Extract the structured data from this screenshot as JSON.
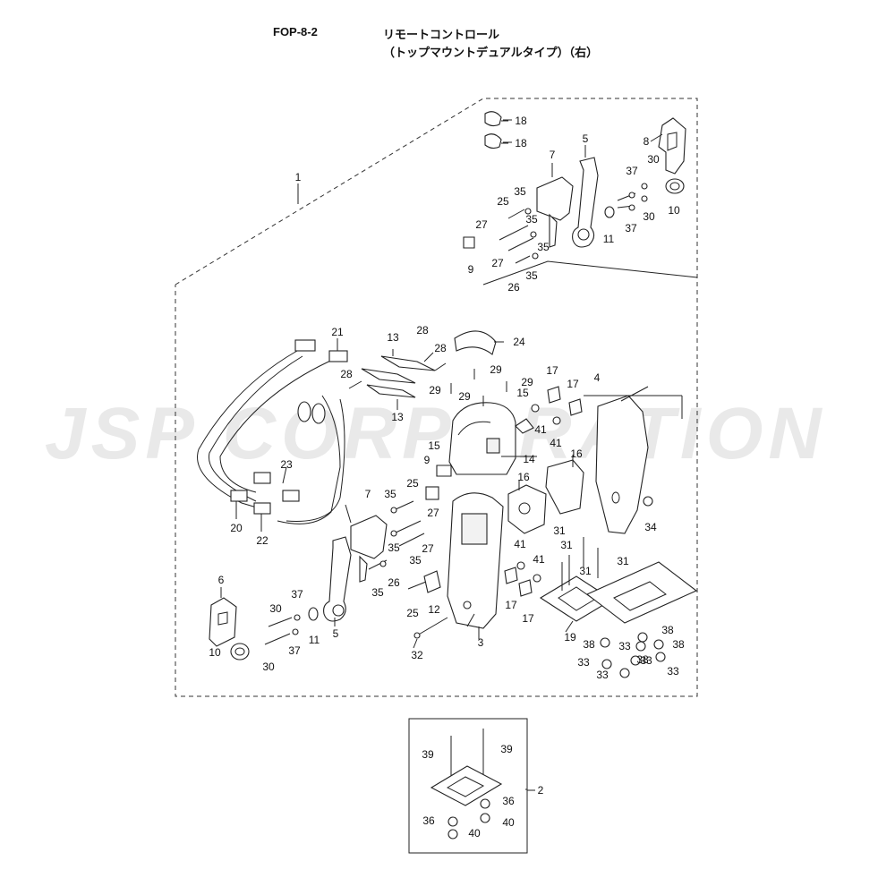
{
  "header": {
    "code": "FOP-8-2",
    "title_line1": "リモートコントロール",
    "title_line2": "（トップマウントデュアルタイプ）（右）"
  },
  "watermark": {
    "text": "JSP CORPORATION",
    "color": "#e9e9e9"
  },
  "callouts": [
    {
      "key": "c1",
      "num": "1"
    },
    {
      "key": "c2",
      "num": "2"
    },
    {
      "key": "c3",
      "num": "3"
    },
    {
      "key": "c4",
      "num": "4"
    },
    {
      "key": "c5a",
      "num": "5"
    },
    {
      "key": "c5b",
      "num": "5"
    },
    {
      "key": "c6",
      "num": "6"
    },
    {
      "key": "c7a",
      "num": "7"
    },
    {
      "key": "c7b",
      "num": "7"
    },
    {
      "key": "c8",
      "num": "8"
    },
    {
      "key": "c9a",
      "num": "9"
    },
    {
      "key": "c9b",
      "num": "9"
    },
    {
      "key": "c10a",
      "num": "10"
    },
    {
      "key": "c10b",
      "num": "10"
    },
    {
      "key": "c11a",
      "num": "11"
    },
    {
      "key": "c11b",
      "num": "11"
    },
    {
      "key": "c12",
      "num": "12"
    },
    {
      "key": "c13a",
      "num": "13"
    },
    {
      "key": "c13b",
      "num": "13"
    },
    {
      "key": "c14",
      "num": "14"
    },
    {
      "key": "c15a",
      "num": "15"
    },
    {
      "key": "c15b",
      "num": "15"
    },
    {
      "key": "c16a",
      "num": "16"
    },
    {
      "key": "c16b",
      "num": "16"
    },
    {
      "key": "c17a",
      "num": "17"
    },
    {
      "key": "c17b",
      "num": "17"
    },
    {
      "key": "c17c",
      "num": "17"
    },
    {
      "key": "c17d",
      "num": "17"
    },
    {
      "key": "c18a",
      "num": "18"
    },
    {
      "key": "c18b",
      "num": "18"
    },
    {
      "key": "c19",
      "num": "19"
    },
    {
      "key": "c20",
      "num": "20"
    },
    {
      "key": "c21",
      "num": "21"
    },
    {
      "key": "c22",
      "num": "22"
    },
    {
      "key": "c23",
      "num": "23"
    },
    {
      "key": "c24",
      "num": "24"
    },
    {
      "key": "c25a",
      "num": "25"
    },
    {
      "key": "c25b",
      "num": "25"
    },
    {
      "key": "c25c",
      "num": "25"
    },
    {
      "key": "c26a",
      "num": "26"
    },
    {
      "key": "c26b",
      "num": "26"
    },
    {
      "key": "c27a",
      "num": "27"
    },
    {
      "key": "c27b",
      "num": "27"
    },
    {
      "key": "c27c",
      "num": "27"
    },
    {
      "key": "c27d",
      "num": "27"
    },
    {
      "key": "c28a",
      "num": "28"
    },
    {
      "key": "c28b",
      "num": "28"
    },
    {
      "key": "c28c",
      "num": "28"
    },
    {
      "key": "c29a",
      "num": "29"
    },
    {
      "key": "c29b",
      "num": "29"
    },
    {
      "key": "c29c",
      "num": "29"
    },
    {
      "key": "c29d",
      "num": "29"
    },
    {
      "key": "c30a",
      "num": "30"
    },
    {
      "key": "c30b",
      "num": "30"
    },
    {
      "key": "c30c",
      "num": "30"
    },
    {
      "key": "c30d",
      "num": "30"
    },
    {
      "key": "c31a",
      "num": "31"
    },
    {
      "key": "c31b",
      "num": "31"
    },
    {
      "key": "c31c",
      "num": "31"
    },
    {
      "key": "c31d",
      "num": "31"
    },
    {
      "key": "c32",
      "num": "32"
    },
    {
      "key": "c33a",
      "num": "33"
    },
    {
      "key": "c33b",
      "num": "33"
    },
    {
      "key": "c33c",
      "num": "33"
    },
    {
      "key": "c33d",
      "num": "33"
    },
    {
      "key": "c33e",
      "num": "33"
    },
    {
      "key": "c34",
      "num": "34"
    },
    {
      "key": "c35a",
      "num": "35"
    },
    {
      "key": "c35b",
      "num": "35"
    },
    {
      "key": "c35c",
      "num": "35"
    },
    {
      "key": "c35d",
      "num": "35"
    },
    {
      "key": "c35e",
      "num": "35"
    },
    {
      "key": "c35f",
      "num": "35"
    },
    {
      "key": "c35g",
      "num": "35"
    },
    {
      "key": "c35h",
      "num": "35"
    },
    {
      "key": "c36a",
      "num": "36"
    },
    {
      "key": "c36b",
      "num": "36"
    },
    {
      "key": "c37a",
      "num": "37"
    },
    {
      "key": "c37b",
      "num": "37"
    },
    {
      "key": "c37c",
      "num": "37"
    },
    {
      "key": "c37d",
      "num": "37"
    },
    {
      "key": "c38a",
      "num": "38"
    },
    {
      "key": "c38b",
      "num": "38"
    },
    {
      "key": "c38c",
      "num": "38"
    },
    {
      "key": "c38d",
      "num": "38"
    },
    {
      "key": "c39a",
      "num": "39"
    },
    {
      "key": "c39b",
      "num": "39"
    },
    {
      "key": "c40a",
      "num": "40"
    },
    {
      "key": "c40b",
      "num": "40"
    },
    {
      "key": "c41a",
      "num": "41"
    },
    {
      "key": "c41b",
      "num": "41"
    },
    {
      "key": "c41c",
      "num": "41"
    },
    {
      "key": "c41d",
      "num": "41"
    }
  ]
}
